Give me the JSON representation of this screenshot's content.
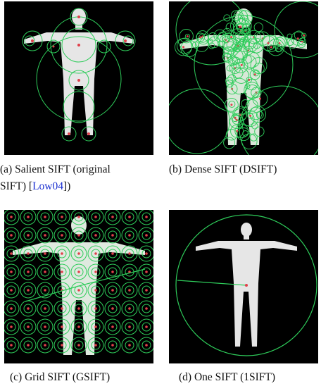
{
  "captions": {
    "a_line1": "(a) Salient SIFT (original",
    "a_line2_prefix": "SIFT) [",
    "a_cite": "Low04",
    "a_line2_suffix": "])",
    "b": "(b) Dense SIFT (DSIFT)",
    "c": "(c) Grid SIFT (GSIFT)",
    "d": "(d) One SIFT (1SIFT)"
  },
  "colors": {
    "background": "#000000",
    "figure": "#e6e6e6",
    "keypoint_circle": "#2ecc5a",
    "keypoint_center": "#e0404a",
    "citation": "#1a2fd0"
  },
  "icons": {
    "figure": "human-silhouette-icon"
  }
}
